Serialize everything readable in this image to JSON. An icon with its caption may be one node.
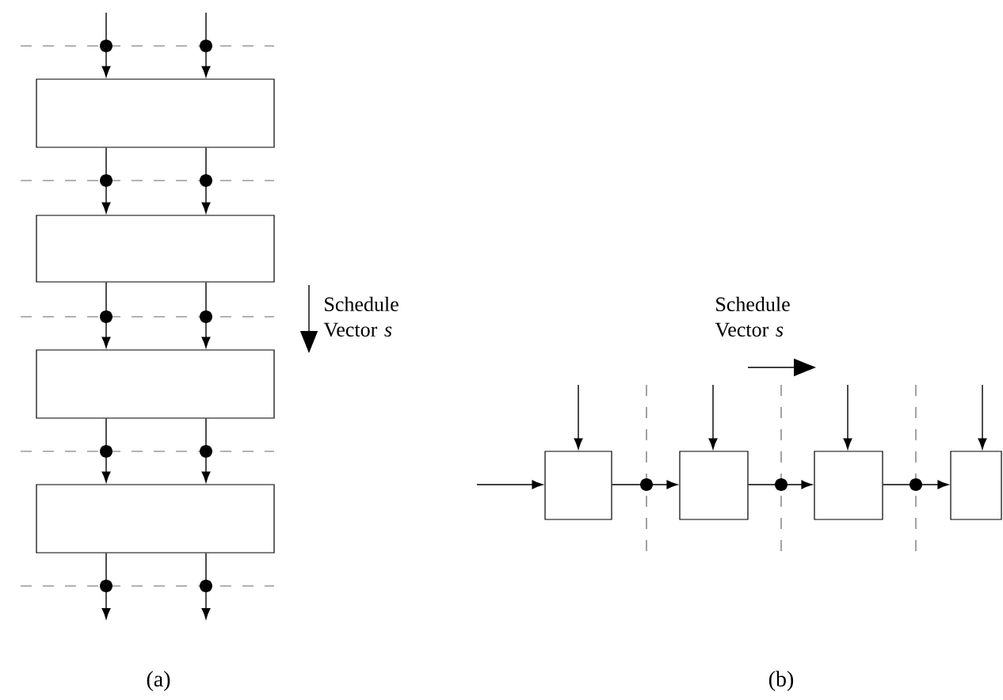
{
  "diagram": {
    "nodes": [
      {
        "text": [],
        "shape": "box"
      },
      {
        "text": [],
        "shape": "box"
      },
      {
        "text": [],
        "shape": "box"
      },
      {
        "text": [],
        "shape": "box"
      },
      {
        "text": [],
        "shape": "box"
      },
      {
        "text": [],
        "shape": "box"
      },
      {
        "text": [],
        "shape": "box"
      },
      {
        "text": [],
        "shape": "box"
      }
    ],
    "edges": [
      {
        "from": null,
        "to": 0,
        "arrow": "to"
      },
      {
        "from": null,
        "to": 0,
        "arrow": "to"
      },
      {
        "from": 0,
        "to": 1,
        "arrow": "to"
      },
      {
        "from": 0,
        "to": 1,
        "arrow": "to"
      },
      {
        "from": 1,
        "to": 2,
        "arrow": "to"
      },
      {
        "from": 1,
        "to": 2,
        "arrow": "to"
      },
      {
        "from": 2,
        "to": 3,
        "arrow": "to"
      },
      {
        "from": 2,
        "to": 3,
        "arrow": "to"
      },
      {
        "from": 3,
        "to": null,
        "arrow": "to"
      },
      {
        "from": 3,
        "to": null,
        "arrow": "to"
      },
      {
        "from": null,
        "to": 4,
        "arrow": "to"
      },
      {
        "from": 4,
        "to": 5,
        "arrow": "to"
      },
      {
        "from": 5,
        "to": 6,
        "arrow": "to"
      },
      {
        "from": 6,
        "to": 7,
        "arrow": "to"
      },
      {
        "from": null,
        "to": 4,
        "arrow": "to"
      },
      {
        "from": null,
        "to": 5,
        "arrow": "to"
      },
      {
        "from": null,
        "to": 6,
        "arrow": "to"
      },
      {
        "from": null,
        "to": 7,
        "arrow": "to"
      }
    ],
    "labels": [
      "Schedule Vector *s*",
      "Schedule Vector *s*",
      "(a)",
      "(b)"
    ]
  }
}
